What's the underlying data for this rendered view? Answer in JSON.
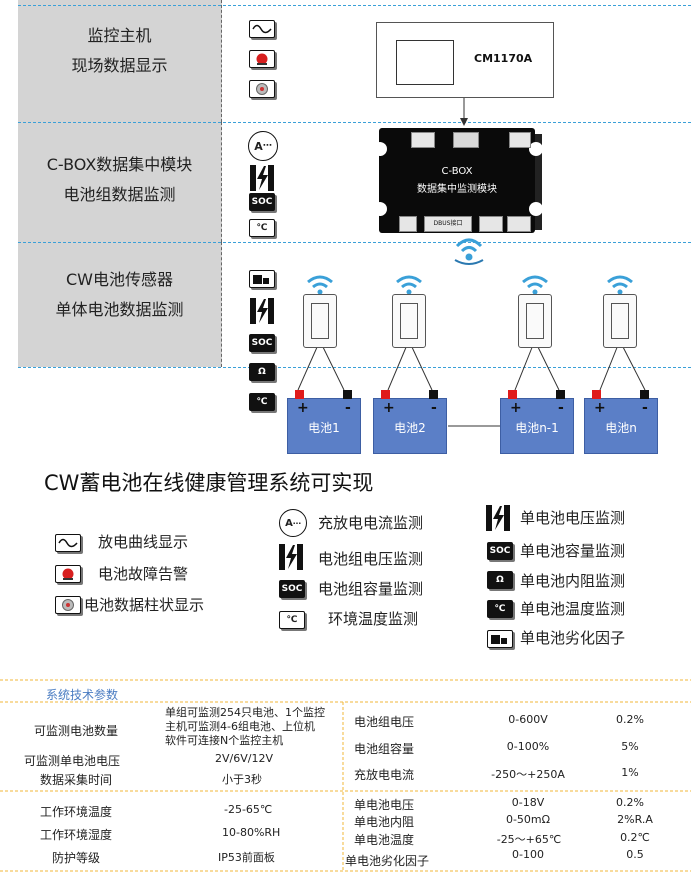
{
  "layers": [
    {
      "line1": "监控主机",
      "line2": "现场数据显示"
    },
    {
      "line1": "C-BOX数据集中模块",
      "line2": "电池组数据监测"
    },
    {
      "line1": "CW电池传感器",
      "line2": "单体电池数据监测"
    }
  ],
  "monitor_model": "CM1170A",
  "cbox": {
    "line1": "C-BOX",
    "line2": "数据集中监测模块",
    "port_label": "DBUS接口"
  },
  "batteries": [
    "电池1",
    "电池2",
    "电池n-1",
    "电池n"
  ],
  "terminal_plus": "+",
  "terminal_minus": "-",
  "icon_glyphs": {
    "soc": "SOC",
    "temp": "℃",
    "ohm": "Ω",
    "amp": "A"
  },
  "main_title": "CW蓄电池在线健康管理系统可实现",
  "legend": {
    "discharge_curve": "放电曲线显示",
    "fault_alarm": "电池故障告警",
    "bar_display": "电池数据柱状显示",
    "charge_current": "充放电电流监测",
    "group_voltage": "电池组电压监测",
    "group_capacity": "电池组容量监测",
    "env_temp": "环境温度监测",
    "cell_voltage": "单电池电压监测",
    "cell_capacity": "单电池容量监测",
    "cell_resistance": "单电池内阻监测",
    "cell_temp": "单电池温度监测",
    "cell_degradation": "单电池劣化因子"
  },
  "specs": {
    "title": "系统技术参数",
    "left": [
      {
        "label": "可监测电池数量",
        "value": "单组可监测254只电池、1个监控主机可监测4-6组电池、上位机软件可连接N个监控主机"
      },
      {
        "label": "可监测单电池电压",
        "value": "2V/6V/12V"
      },
      {
        "label": "数据采集时间",
        "value": "小于3秒"
      },
      {
        "label": "工作环境温度",
        "value": "-25-65℃"
      },
      {
        "label": "工作环境湿度",
        "value": "10-80%RH"
      },
      {
        "label": "防护等级",
        "value": "IP53前面板"
      }
    ],
    "right": [
      {
        "label": "电池组电压",
        "range": "0-600V",
        "accuracy": "0.2%"
      },
      {
        "label": "电池组容量",
        "range": "0-100%",
        "accuracy": "5%"
      },
      {
        "label": "充放电电流",
        "range": "-250～+250A",
        "accuracy": "1%"
      },
      {
        "label": "单电池电压",
        "range": "0-18V",
        "accuracy": "0.2%"
      },
      {
        "label": "单电池内阻",
        "range": "0-50mΩ",
        "accuracy": "2%R.A"
      },
      {
        "label": "单电池温度",
        "range": "-25～+65℃",
        "accuracy": "0.2℃"
      },
      {
        "label": "单电池劣化因子",
        "range": "0-100",
        "accuracy": "0.5"
      }
    ]
  },
  "colors": {
    "layer_bg": "#d4d4d4",
    "divider_blue": "#3aa0d8",
    "battery_blue": "#5b7fc7",
    "table_line": "#f0b73a",
    "spec_title": "#4a7cc2",
    "terminal_red": "#e01b1b"
  }
}
